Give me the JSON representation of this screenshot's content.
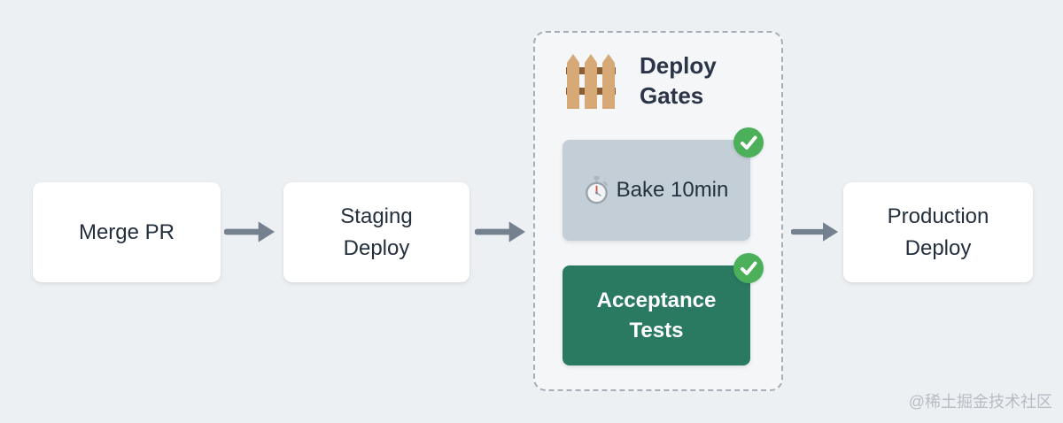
{
  "pipeline": {
    "nodes": [
      {
        "label": "Merge PR"
      },
      {
        "label": "Staging Deploy"
      },
      {
        "label": "Production Deploy"
      }
    ],
    "gates": {
      "title": "Deploy Gates",
      "icon": "fence-icon",
      "items": [
        {
          "label": "Bake 10min",
          "icon": "stopwatch-icon",
          "status": "passed"
        },
        {
          "label": "Acceptance Tests",
          "status": "passed"
        }
      ]
    }
  },
  "watermark": "@稀土掘金技术社区",
  "colors": {
    "background": "#edf0f3",
    "node_background": "#ffffff",
    "node_text": "#242f3d",
    "gate_container_background": "#f4f6f8",
    "gate_container_border": "#a7aeb7",
    "gate_bake_background": "#c4ced7",
    "gate_passed_background": "#2a7a62",
    "badge_green": "#4cb05a",
    "arrow_gray": "#75818f",
    "fence_tan": "#d6a976",
    "fence_rail_brown": "#8a5f35"
  }
}
